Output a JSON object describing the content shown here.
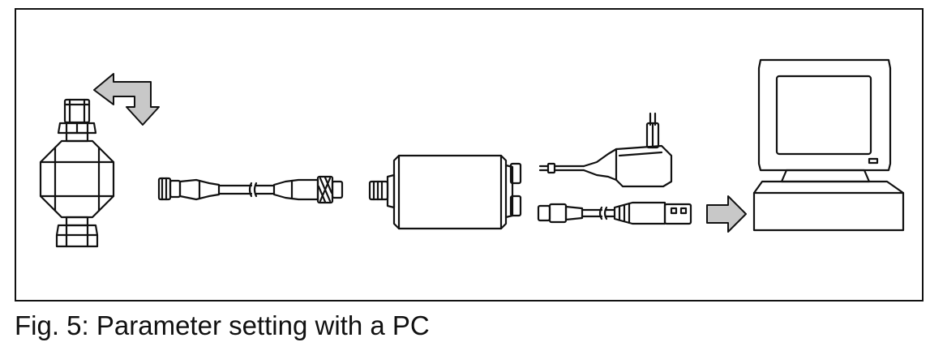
{
  "figure": {
    "caption": "Fig. 5: Parameter setting with a PC",
    "components": [
      {
        "id": "sensor",
        "icon": "flow-sensor-icon"
      },
      {
        "id": "rotate-arrow",
        "icon": "rotate-arrow-icon"
      },
      {
        "id": "connection-cable",
        "icon": "m12-cable-icon"
      },
      {
        "id": "interface",
        "icon": "usb-interface-box-icon"
      },
      {
        "id": "power-supply",
        "icon": "plug-power-supply-icon"
      },
      {
        "id": "usb-cable",
        "icon": "usb-cable-icon"
      },
      {
        "id": "direction-arrow",
        "icon": "right-arrow-icon"
      },
      {
        "id": "pc",
        "icon": "computer-monitor-icon"
      }
    ],
    "colors": {
      "line": "#111111",
      "arrow_fill": "#c8c8c8",
      "background": "#ffffff"
    }
  }
}
